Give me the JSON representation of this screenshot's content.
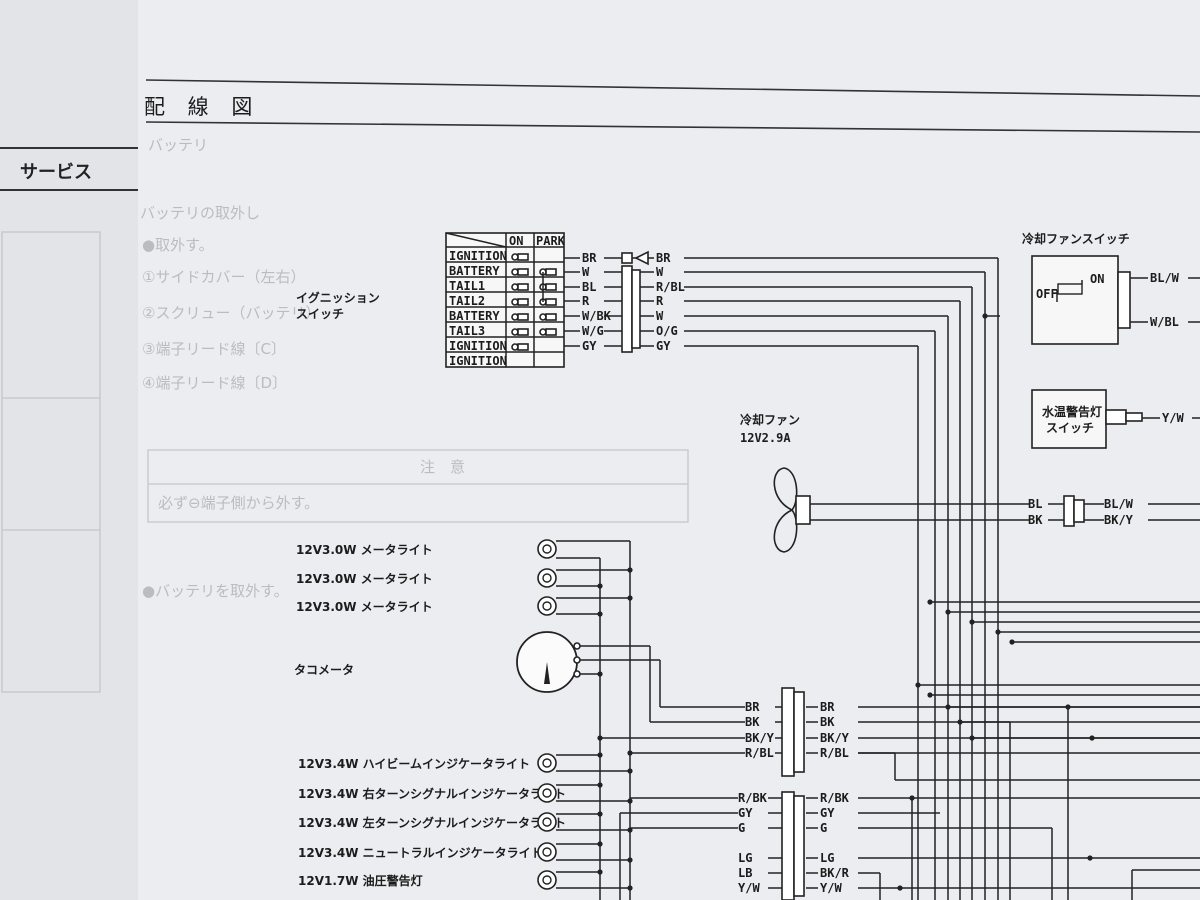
{
  "page": {
    "title": "配 線 図",
    "left_tab": "サービス"
  },
  "ghost_text": {
    "l1": "バッテリ",
    "l2": "バッテリの取外し",
    "l3": "●取外す。",
    "l4": "①サイドカバー（左右）",
    "l5": "②スクリュー（バッテリ）",
    "l6": "③端子リード線〔C〕",
    "l7": "④端子リード線〔D〕",
    "notice_title": "注　意",
    "notice_body": "必ず⊖端子側から外す。",
    "l8": "●バッテリを取外す。"
  },
  "ignition": {
    "label_line1": "イグニッション",
    "label_line2": "スイッチ",
    "header_on": "ON",
    "header_park": "PARK",
    "rows": [
      "IGNITION",
      "BATTERY",
      "TAIL1",
      "TAIL2",
      "BATTERY",
      "TAIL3",
      "IGNITION",
      "IGNITION"
    ],
    "left_wires": [
      "BR",
      "W",
      "BL",
      "R",
      "W/BK",
      "W/G",
      "GY"
    ],
    "right_wires": [
      "BR",
      "W",
      "R/BL",
      "R",
      "W",
      "O/G",
      "GY"
    ]
  },
  "fan_switch": {
    "title": "冷却ファンスイッチ",
    "off": "OFF",
    "on": "ON",
    "wires": [
      "BL/W",
      "W/BL"
    ]
  },
  "temp_switch": {
    "line1": "水温警告灯",
    "line2": "スイッチ",
    "wire": "Y/W"
  },
  "fan": {
    "line1": "冷却ファン",
    "line2": "12V2.9A",
    "left_wires": [
      "BL",
      "BK"
    ],
    "right_wires": [
      "BL/W",
      "BK/Y"
    ]
  },
  "meter_lights": [
    "12V3.0W メータライト",
    "12V3.0W メータライト",
    "12V3.0W メータライト"
  ],
  "tacho": "タコメータ",
  "connector1": {
    "left": [
      "BR",
      "BK",
      "BK/Y",
      "R/BL"
    ],
    "right": [
      "BR",
      "BK",
      "BK/Y",
      "R/BL"
    ]
  },
  "indicators": [
    "12V3.4W ハイビームインジケータライト",
    "12V3.4W 右ターンシグナルインジケータライト",
    "12V3.4W 左ターンシグナルインジケータライト",
    "12V3.4W ニュートラルインジケータライト",
    "12V1.7W 油圧警告灯"
  ],
  "connector2": {
    "left": [
      "R/BK",
      "GY",
      "G",
      "LG",
      "LB",
      "Y/W"
    ],
    "right": [
      "R/BK",
      "GY",
      "G",
      "LG",
      "BK/R",
      "Y/W"
    ]
  }
}
